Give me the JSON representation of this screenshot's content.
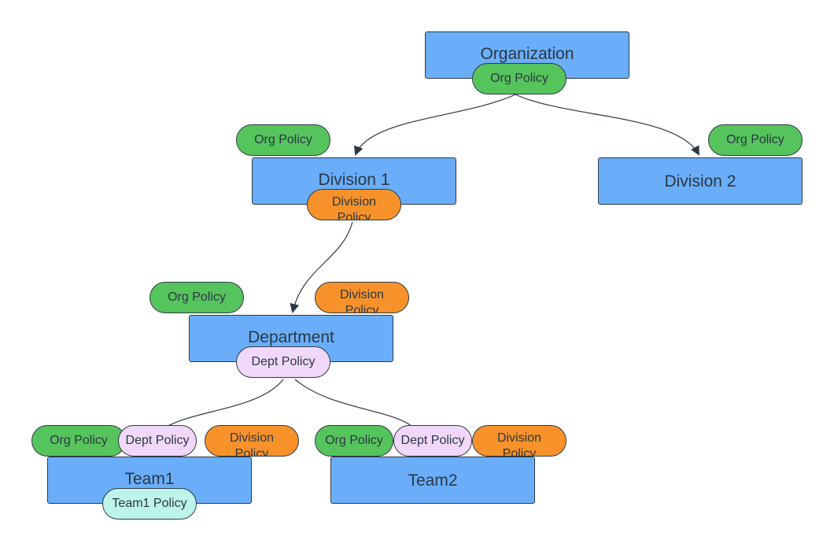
{
  "colors": {
    "node_fill": "#6aaef9",
    "org_policy": "#56c45c",
    "division_policy": "#f7922a",
    "dept_policy": "#f1d8fa",
    "team1_policy": "#bcf3ea",
    "edge": "#2b3744"
  },
  "nodes": {
    "organization": "Organization",
    "division1": "Division 1",
    "division2": "Division 2",
    "department": "Department",
    "team1": "Team1",
    "team2": "Team2"
  },
  "policies": {
    "org": "Org Policy",
    "division": "Division Policy",
    "dept": "Dept Policy",
    "team1": "Team1 Policy"
  }
}
